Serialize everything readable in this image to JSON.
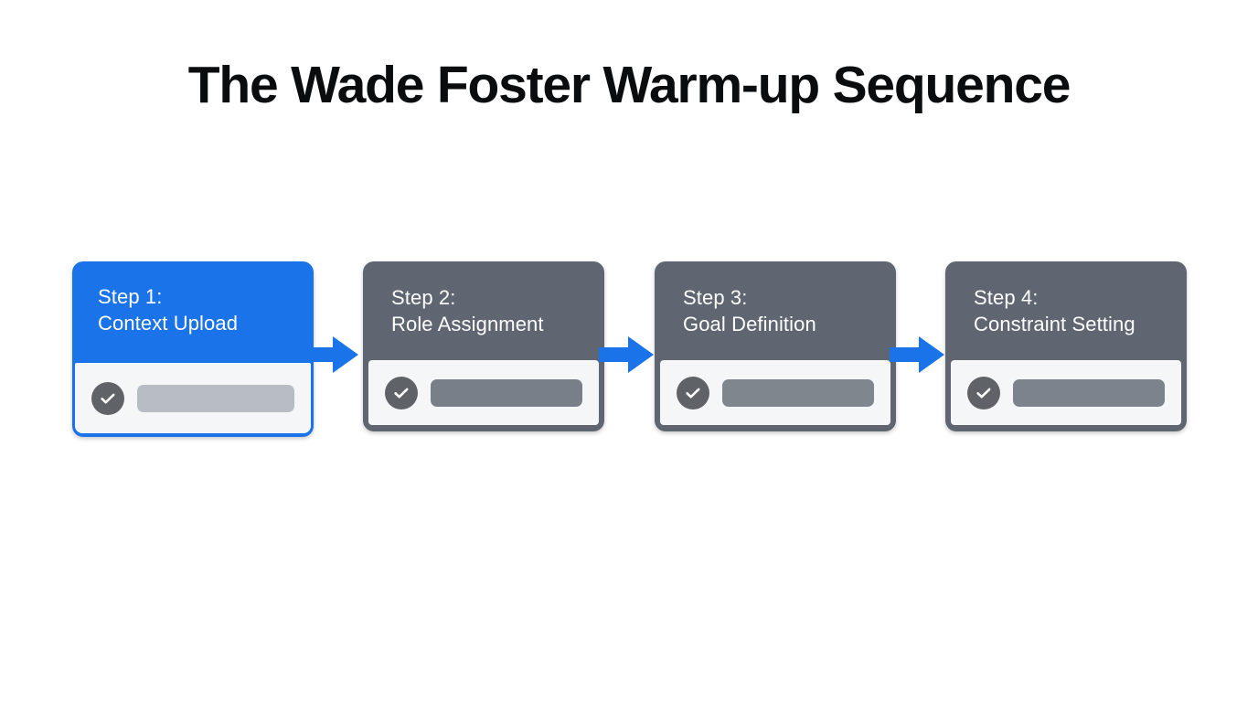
{
  "slide": {
    "title": "The Wade Foster Warm-up Sequence",
    "background_color": "#ffffff",
    "title_color": "#0b0c0e"
  },
  "theme": {
    "accent_color": "#1a73e8",
    "muted_card_color": "#5f6672",
    "card_body_color": "#f5f6f7",
    "check_badge_color": "#5f6368",
    "arrow_color": "#1a73e8",
    "header_text_color": "#ffffff"
  },
  "flow": {
    "arrow_icon_name": "arrow-right-icon",
    "check_icon_name": "check-circle-icon",
    "arrows": [
      {
        "label": "arrow-step-1-to-2"
      },
      {
        "label": "arrow-step-2-to-3"
      },
      {
        "label": "arrow-step-3-to-4"
      }
    ],
    "steps": [
      {
        "step_label": "Step 1:",
        "step_name": "Context Upload",
        "state": "active",
        "card_color": "#1a73e8",
        "bar_color": "#b8bcc4",
        "checked": true
      },
      {
        "step_label": "Step 2:",
        "step_name": "Role Assignment",
        "state": "completed",
        "card_color": "#5f6672",
        "bar_color": "#797f88",
        "checked": true
      },
      {
        "step_label": "Step 3:",
        "step_name": "Goal Definition",
        "state": "completed",
        "card_color": "#5f6672",
        "bar_color": "#80868e",
        "checked": true
      },
      {
        "step_label": "Step 4:",
        "step_name": "Constraint Setting",
        "state": "completed",
        "card_color": "#5f6672",
        "bar_color": "#7d838c",
        "checked": true
      }
    ]
  }
}
